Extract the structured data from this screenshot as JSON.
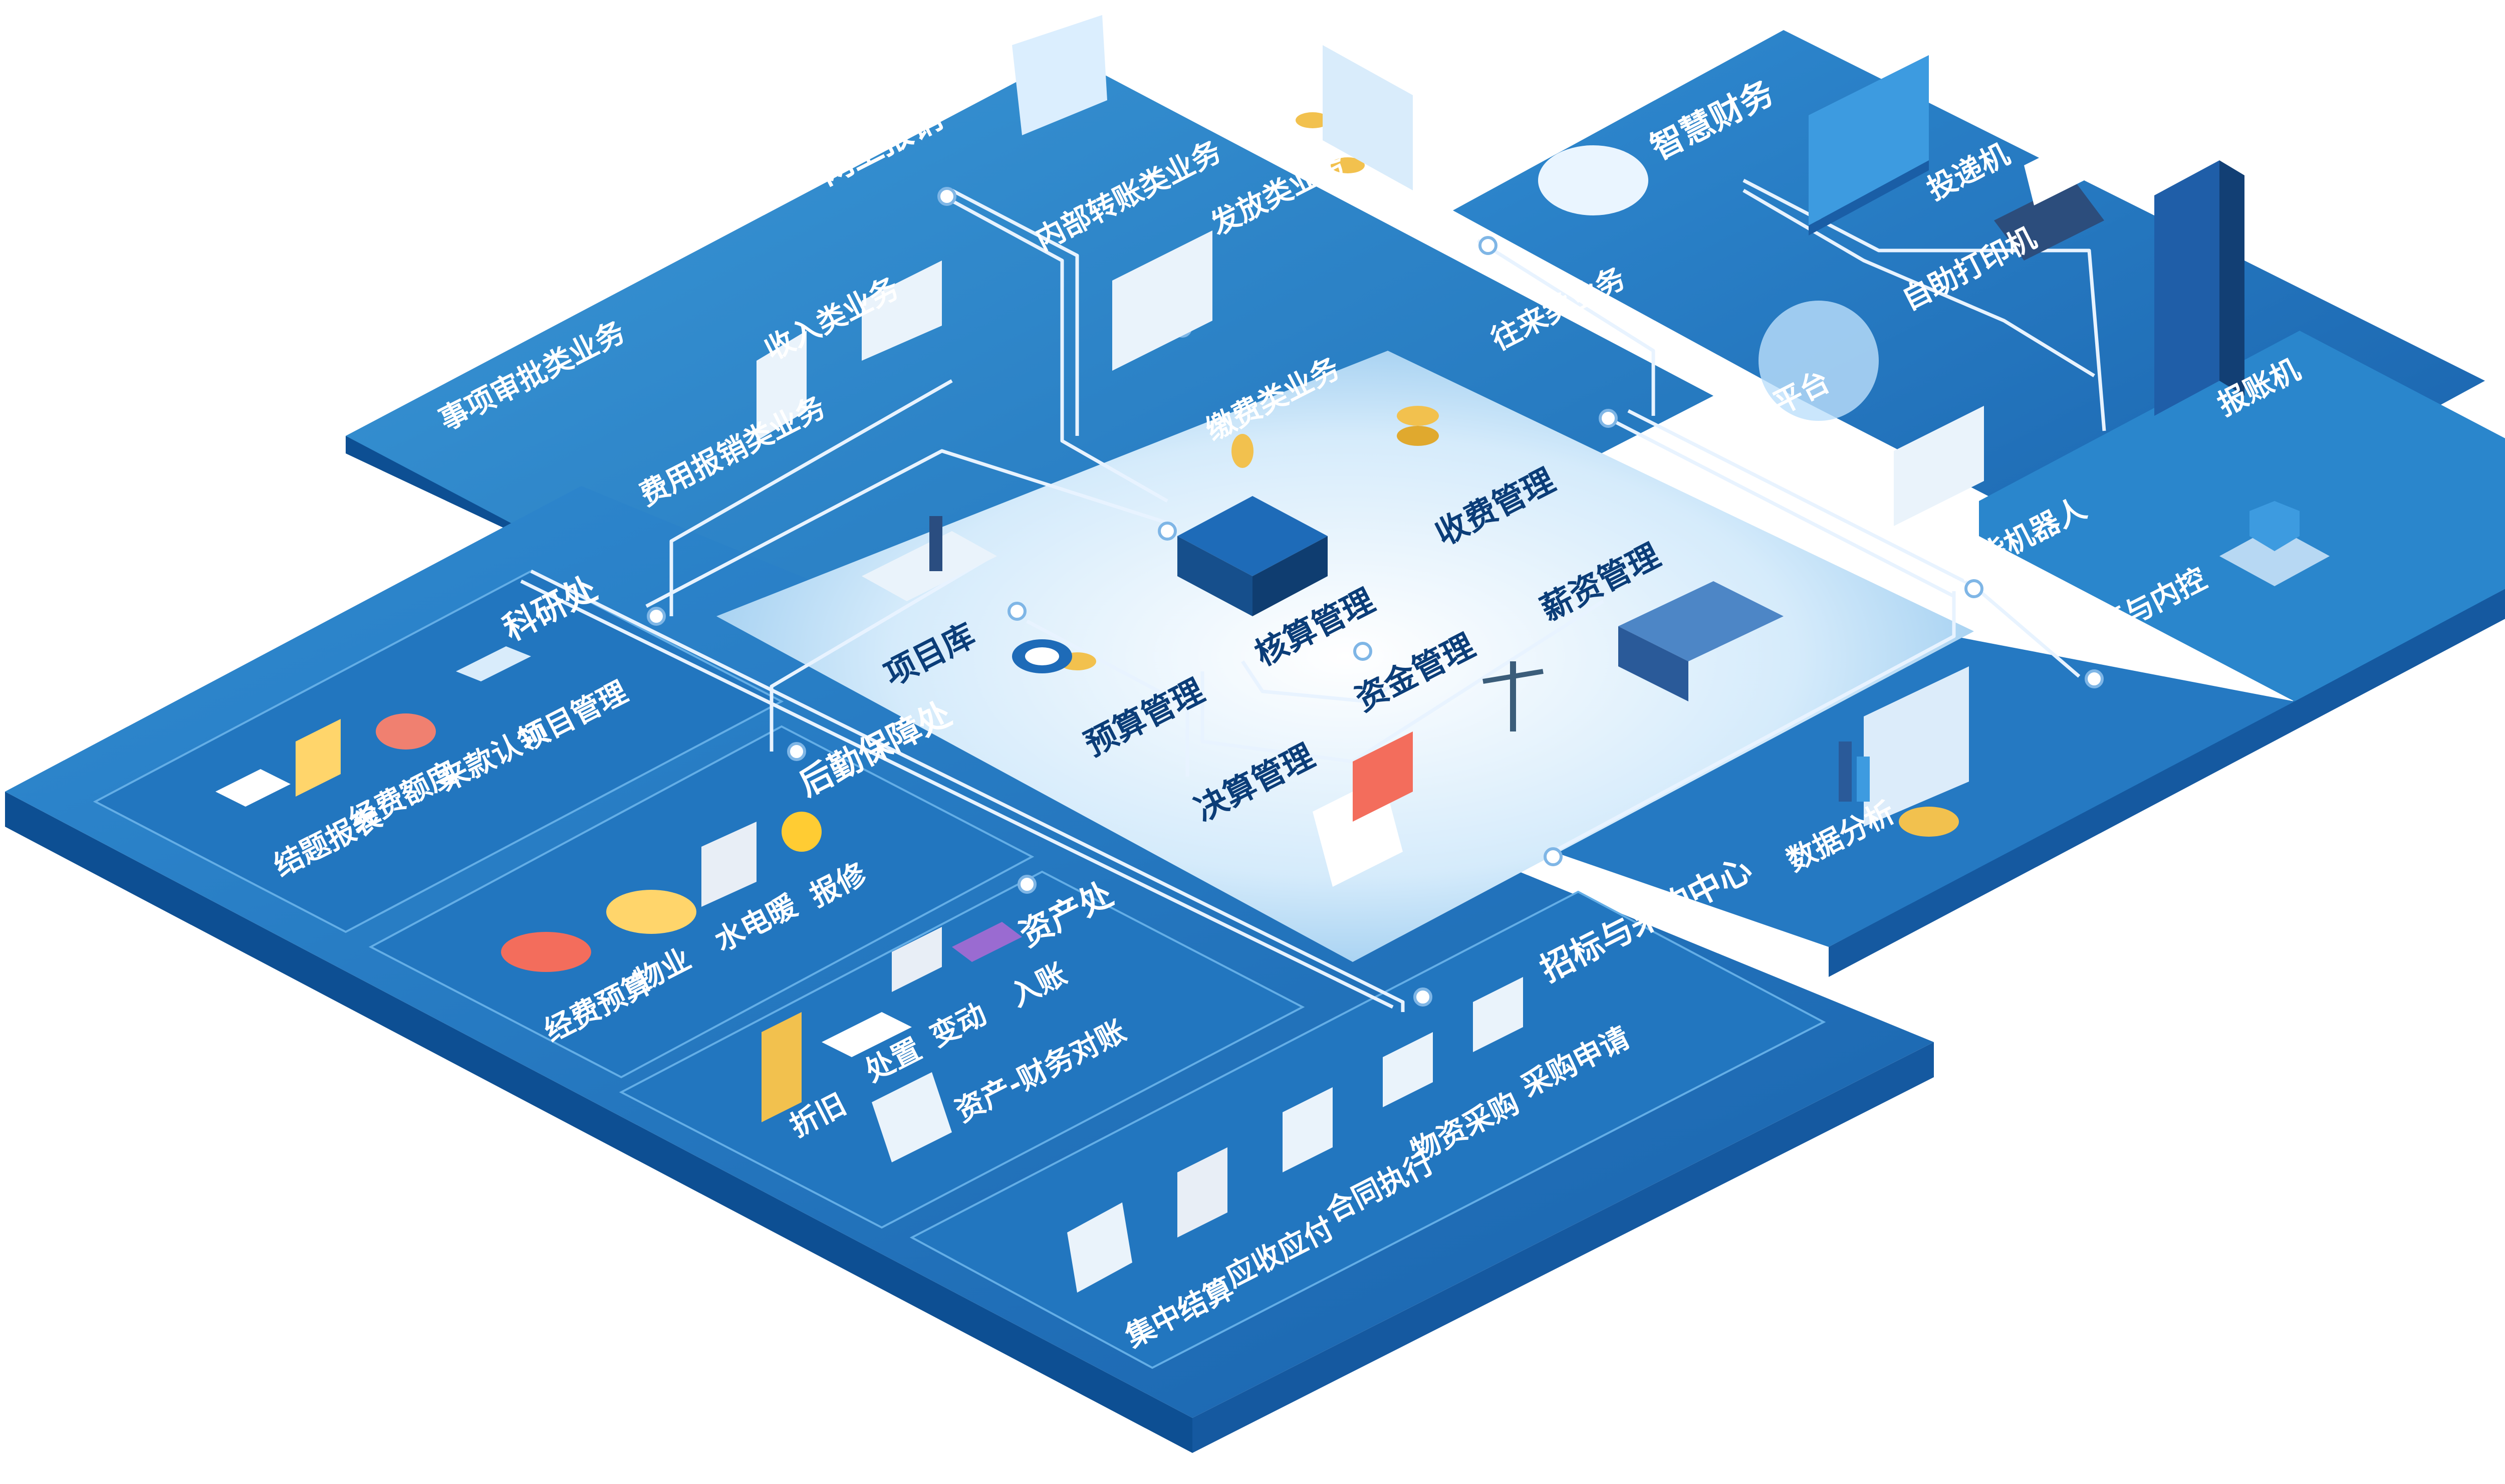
{
  "colors": {
    "panel_dark": "#1f6fb8",
    "panel_mid": "#2a86cc",
    "panel_light": "#3a97d6",
    "edge": "#0d4f93",
    "core_light": "#eaf5ff",
    "core_mid": "#b9dcf6",
    "accent_gold": "#f2c14e",
    "label_white": "#ffffff",
    "label_dark": "#0b3d78"
  },
  "zones": {
    "online_reimbursement": {
      "title": "网上报销",
      "items": [
        "内部转账类业务",
        "发放类业务",
        "收入类业务",
        "事项审批类业务",
        "费用报销类业务",
        "缴费类业务"
      ]
    },
    "smart_finance": {
      "title": "智慧财务",
      "items": [
        "投递机",
        "自助打印机",
        "消息平台",
        "报账机",
        "智能机器人",
        "往来类业务"
      ]
    },
    "core": {
      "items": [
        "核算管理",
        "收费管理",
        "薪资管理",
        "项目库",
        "预算管理",
        "资金管理",
        "决算管理"
      ]
    },
    "budget_control": {
      "title": "预算与内控"
    },
    "data_analysis": {
      "title": "数据分析"
    },
    "research_office": {
      "title": "科研处",
      "items": [
        "项目管理",
        "来款认领",
        "经费额度",
        "结题报表"
      ]
    },
    "logistics_office": {
      "title": "后勤保障处",
      "items": [
        "报修",
        "水电暖",
        "物业",
        "经费预算"
      ]
    },
    "asset_office": {
      "title": "资产处",
      "items": [
        "入账",
        "变动",
        "处置",
        "折旧",
        "资产-财务对账"
      ]
    },
    "procurement_center": {
      "title": "招标与采购中心",
      "items": [
        "采购申请",
        "物资采购",
        "合同执行",
        "应收应付",
        "集中结算"
      ]
    }
  }
}
